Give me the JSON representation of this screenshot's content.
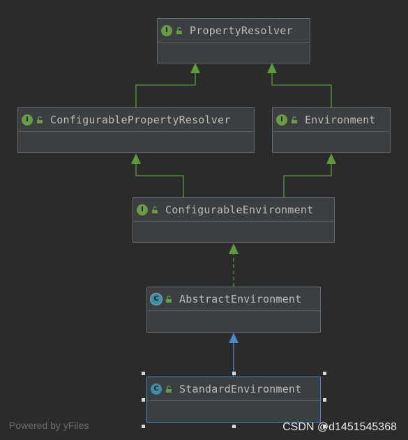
{
  "diagram": {
    "nodes": [
      {
        "id": "property_resolver",
        "name": "PropertyResolver",
        "kind": "interface"
      },
      {
        "id": "configurable_property_resolver",
        "name": "ConfigurablePropertyResolver",
        "kind": "interface"
      },
      {
        "id": "environment",
        "name": "Environment",
        "kind": "interface"
      },
      {
        "id": "configurable_environment",
        "name": "ConfigurableEnvironment",
        "kind": "interface"
      },
      {
        "id": "abstract_environment",
        "name": "AbstractEnvironment",
        "kind": "abstract-class"
      },
      {
        "id": "standard_environment",
        "name": "StandardEnvironment",
        "kind": "class",
        "selected": true
      }
    ],
    "edges": [
      {
        "from": "configurable_property_resolver",
        "to": "property_resolver",
        "type": "extends"
      },
      {
        "from": "environment",
        "to": "property_resolver",
        "type": "extends"
      },
      {
        "from": "configurable_environment",
        "to": "configurable_property_resolver",
        "type": "extends"
      },
      {
        "from": "configurable_environment",
        "to": "environment",
        "type": "extends"
      },
      {
        "from": "abstract_environment",
        "to": "configurable_environment",
        "type": "implements"
      },
      {
        "from": "standard_environment",
        "to": "abstract_environment",
        "type": "extends-class"
      }
    ],
    "colors": {
      "background": "#2b2b2b",
      "node_fill": "#3c3f41",
      "interface_edge": "#5e9a3c",
      "class_edge": "#4a88c7"
    }
  },
  "watermarks": {
    "left": "Powered by yFiles",
    "right": "CSDN @d1451545368"
  }
}
